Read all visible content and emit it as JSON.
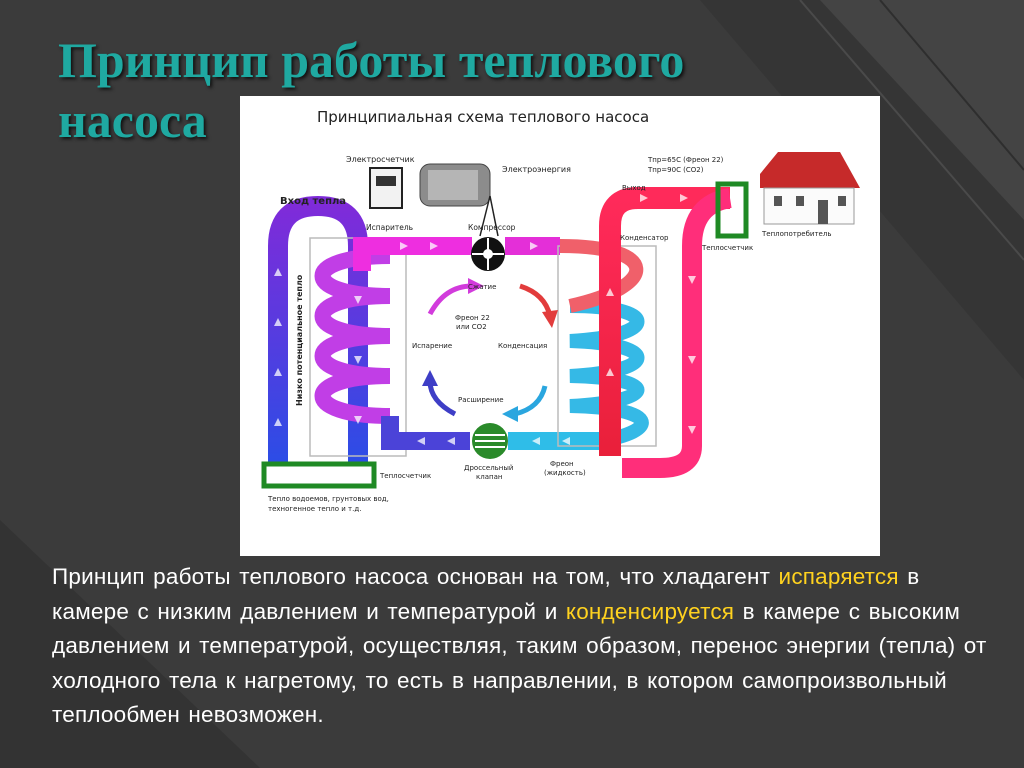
{
  "slide": {
    "title": "Принцип работы теплового насоса",
    "colors": {
      "background": "#3a3a3a",
      "title": "#1fa9a1",
      "text": "#ffffff",
      "highlight": "#ffd21f"
    }
  },
  "diagram": {
    "title": "Принципиальная схема теплового насоса",
    "labels": {
      "meter": "Электросчетчик",
      "electricity": "Электроэнергия",
      "heat_input": "Вход тепла",
      "evaporator": "Испаритель",
      "compressor": "Компрессор",
      "temps_1": "Тпр=65С (Фреон 22)",
      "temps_2": "Тпр=90С (СО2)",
      "output": "Выход",
      "condenser": "Конденсатор",
      "heat_meter_right": "Теплосчетчик",
      "heat_consumer": "Теплопотребитель",
      "low_potential_heat": "Низко потенциальное тепло",
      "compression": "Сжатие",
      "freon_1": "Фреон 22",
      "freon_2": "или СО2",
      "evaporation": "Испарение",
      "condensation": "Конденсация",
      "expansion": "Расширение",
      "heat_meter_left": "Теплосчетчик",
      "throttle_1": "Дроссельный",
      "throttle_2": "клапан",
      "freon_liquid_1": "Фреон",
      "freon_liquid_2": "(жидкость)",
      "sources_1": "Тепло водоемов, грунтовых вод,",
      "sources_2": "техногенное тепло и т.д."
    }
  },
  "body": {
    "part1": "Принцип работы теплового насоса основан на том, что хладагент",
    "highlight1": "испаряется",
    "part2": "в камере с низким давлением и температурой и",
    "highlight2": "конденсируется",
    "part3": "в камере с высоким давлением и температурой, осуществляя, таким образом, перенос энергии (тепла) от холодного тела к нагретому, то есть в направлении, в котором самопроизвольный теплообмен невозможен."
  }
}
